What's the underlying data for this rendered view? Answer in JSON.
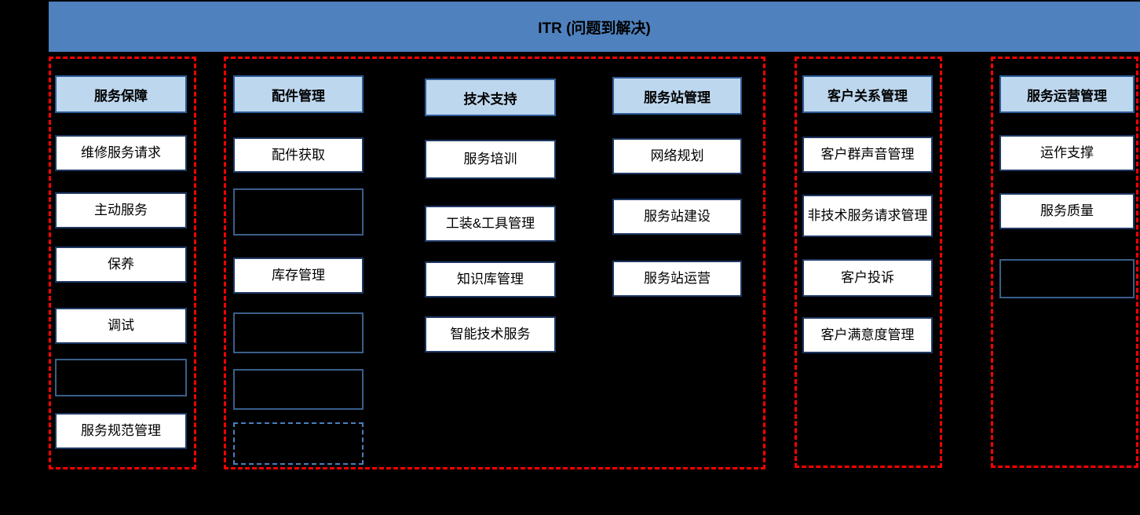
{
  "title_bar": {
    "label": "ITR (问题到解决)"
  },
  "colors": {
    "background": "#000000",
    "title_bar_bg": "#4E81BD",
    "group_border": "#FF0000",
    "column_header_bg": "#BDD7EE",
    "column_header_border": "#2E5B97",
    "item_bg": "#FFFFFF",
    "item_border": "#1F3864",
    "empty_item_border": "#3A5F8A",
    "dashed_item_border": "#4A7EBB"
  },
  "groups": [
    {
      "name": "service-assurance",
      "columns": [
        {
          "header": "服务保障",
          "items": [
            {
              "label": "维修服务请求"
            },
            {
              "label": "主动服务"
            },
            {
              "label": "保养"
            },
            {
              "label": "调试"
            },
            {
              "label": ""
            },
            {
              "label": "服务规范管理"
            }
          ]
        }
      ]
    },
    {
      "name": "parts-tech-station",
      "columns": [
        {
          "header": "配件管理",
          "items": [
            {
              "label": "配件获取"
            },
            {
              "label": ""
            },
            {
              "label": "库存管理"
            },
            {
              "label": ""
            },
            {
              "label": ""
            },
            {
              "label": ""
            }
          ]
        },
        {
          "header": "技术支持",
          "items": [
            {
              "label": "服务培训"
            },
            {
              "label": "工装&工具管理"
            },
            {
              "label": "知识库管理"
            },
            {
              "label": "智能技术服务"
            }
          ]
        },
        {
          "header": "服务站管理",
          "items": [
            {
              "label": "网络规划"
            },
            {
              "label": "服务站建设"
            },
            {
              "label": "服务站运营"
            }
          ]
        }
      ]
    },
    {
      "name": "customer-relationship",
      "columns": [
        {
          "header": "客户关系管理",
          "items": [
            {
              "label": "客户群声音管理"
            },
            {
              "label": "非技术服务请求管理"
            },
            {
              "label": "客户投诉"
            },
            {
              "label": "客户满意度管理"
            }
          ]
        }
      ]
    },
    {
      "name": "service-operations",
      "columns": [
        {
          "header": "服务运营管理",
          "items": [
            {
              "label": "运作支撑"
            },
            {
              "label": "服务质量"
            },
            {
              "label": ""
            }
          ]
        }
      ]
    }
  ]
}
